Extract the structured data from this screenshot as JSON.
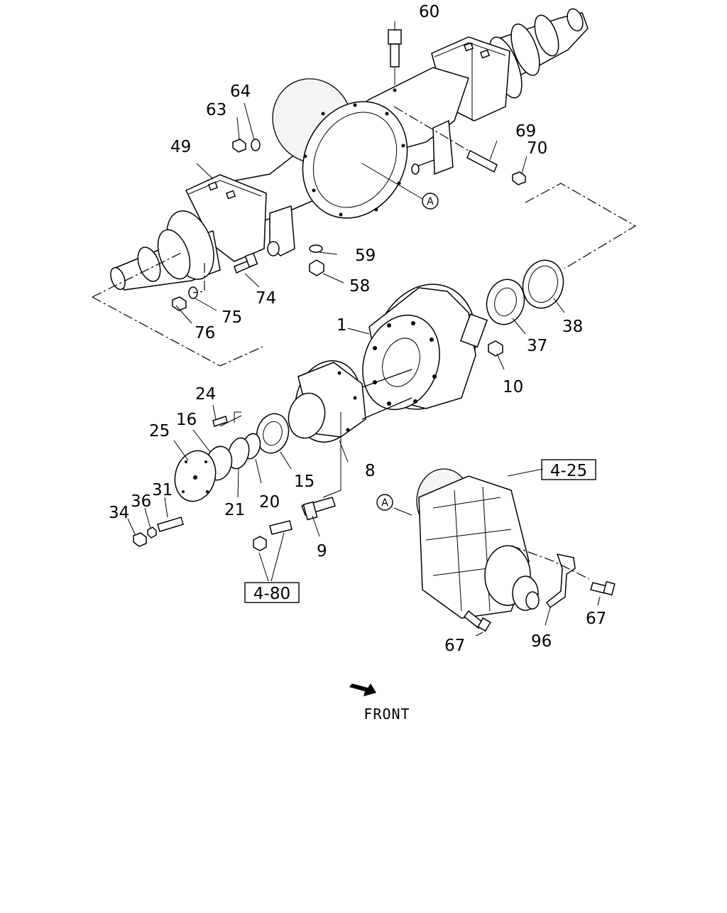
{
  "diagram": {
    "callouts": [
      {
        "id": "60",
        "label": "60"
      },
      {
        "id": "64",
        "label": "64"
      },
      {
        "id": "63",
        "label": "63"
      },
      {
        "id": "49",
        "label": "49"
      },
      {
        "id": "69",
        "label": "69"
      },
      {
        "id": "70",
        "label": "70"
      },
      {
        "id": "59",
        "label": "59"
      },
      {
        "id": "58",
        "label": "58"
      },
      {
        "id": "74",
        "label": "74"
      },
      {
        "id": "75",
        "label": "75"
      },
      {
        "id": "76",
        "label": "76"
      },
      {
        "id": "1",
        "label": "1"
      },
      {
        "id": "38",
        "label": "38"
      },
      {
        "id": "37",
        "label": "37"
      },
      {
        "id": "10",
        "label": "10"
      },
      {
        "id": "24",
        "label": "24"
      },
      {
        "id": "25",
        "label": "25"
      },
      {
        "id": "16",
        "label": "16"
      },
      {
        "id": "8",
        "label": "8"
      },
      {
        "id": "15",
        "label": "15"
      },
      {
        "id": "20",
        "label": "20"
      },
      {
        "id": "21",
        "label": "21"
      },
      {
        "id": "31",
        "label": "31"
      },
      {
        "id": "36",
        "label": "36"
      },
      {
        "id": "34",
        "label": "34"
      },
      {
        "id": "9",
        "label": "9"
      },
      {
        "id": "67a",
        "label": "67"
      },
      {
        "id": "67b",
        "label": "67"
      },
      {
        "id": "96",
        "label": "96"
      }
    ],
    "circle_refs": [
      {
        "id": "A1",
        "label": "A"
      },
      {
        "id": "A2",
        "label": "A"
      }
    ],
    "boxed_refs": [
      {
        "id": "ref-4-25",
        "label": "4-25"
      },
      {
        "id": "ref-4-80",
        "label": "4-80"
      }
    ],
    "front_label": "FRONT"
  }
}
